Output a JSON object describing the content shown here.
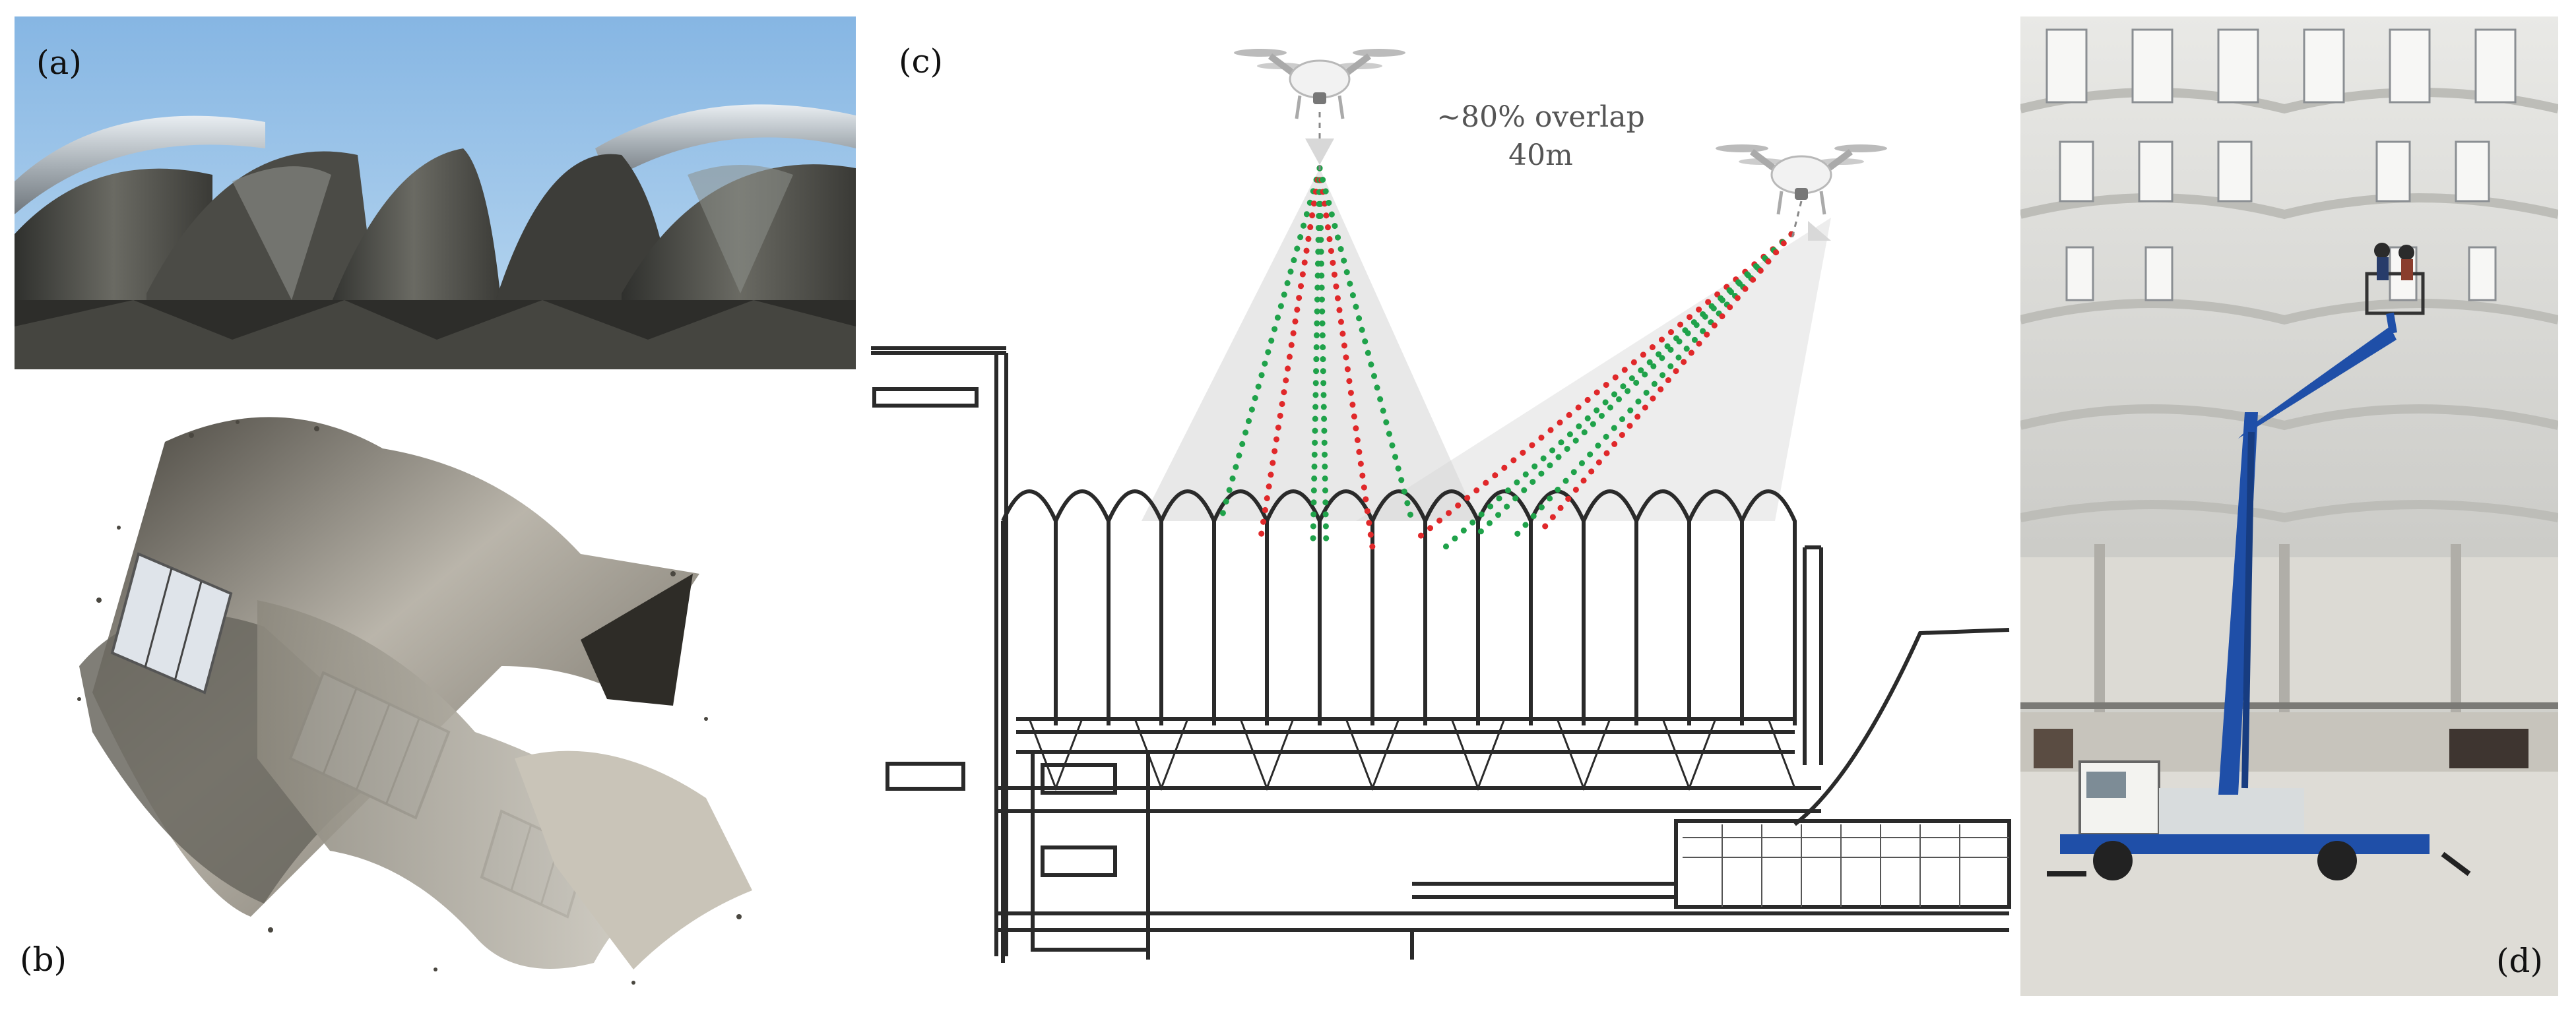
{
  "figure": {
    "panels": [
      {
        "id": "a",
        "label": "(a)"
      },
      {
        "id": "b",
        "label": "(b)"
      },
      {
        "id": "c",
        "label": "(c)"
      },
      {
        "id": "d",
        "label": "(d)"
      }
    ],
    "annotation": {
      "overlap": "~80% overlap",
      "altitude": "40m"
    },
    "colors": {
      "sky": "#9cc4e8",
      "concrete": "#4f4e49",
      "ray_green": "#1fa24a",
      "ray_red": "#e0282a",
      "line": "#2a2a2a",
      "lift_blue": "#1f4fa8",
      "hall_white": "#ededeb"
    }
  }
}
